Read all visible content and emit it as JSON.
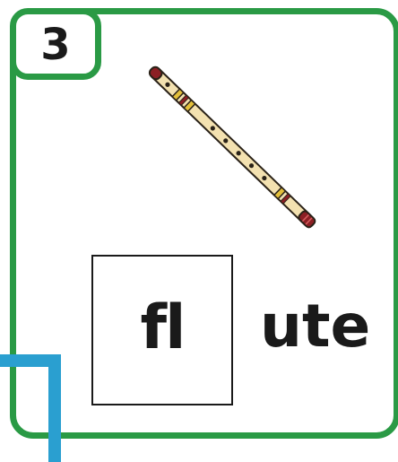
{
  "card": {
    "number": "3",
    "picture": "flute-icon",
    "blend_letters": "fl",
    "word_ending": "ute"
  },
  "colors": {
    "frame_green": "#2a9a45",
    "corner_blue": "#2a9fd0",
    "text": "#1a1a1a",
    "flute_body": "#f3e1b0",
    "flute_band": "#8c1f24",
    "flute_ring": "#e3bf3a"
  }
}
